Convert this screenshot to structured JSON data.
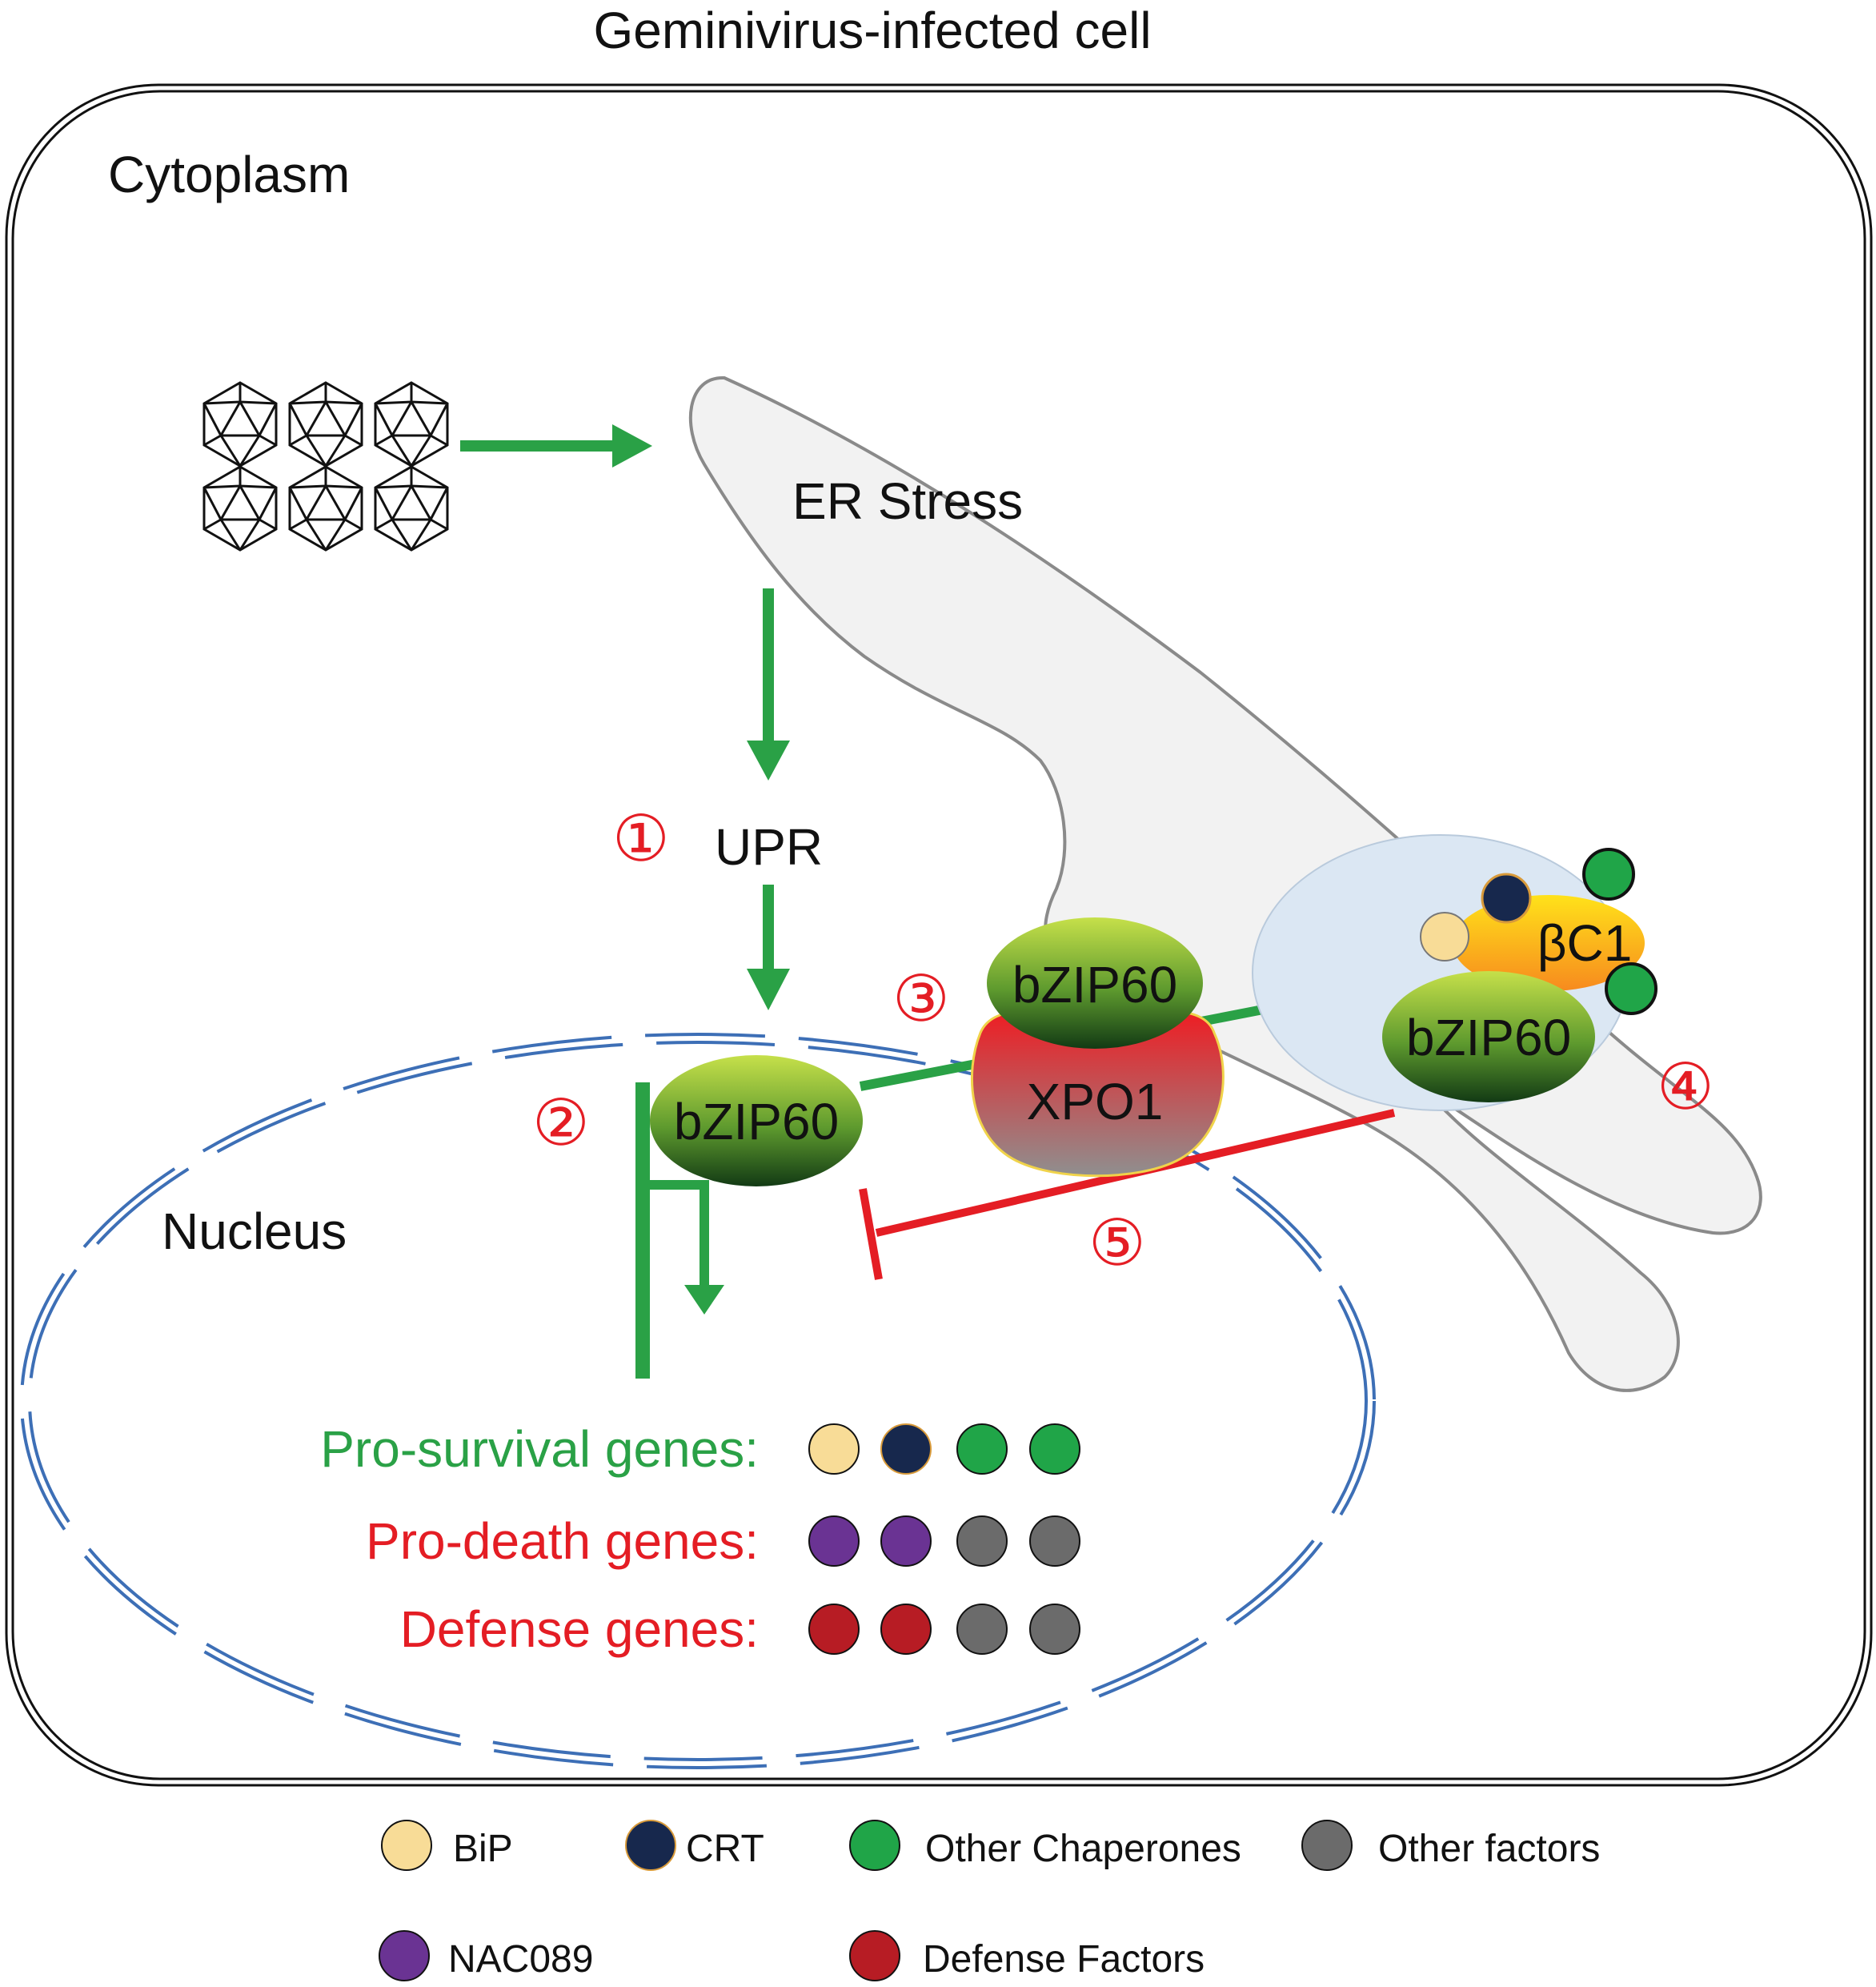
{
  "title": "Geminivirus-infected cell",
  "compartments": {
    "cytoplasm": "Cytoplasm",
    "nucleus": "Nucleus",
    "er": "ER Stress"
  },
  "pathway": {
    "upr": "UPR",
    "step1": "①",
    "step2": "②",
    "step3": "③",
    "step4": "④",
    "step5": "⑤",
    "bzip_nucleus": "bZIP60",
    "bzip_xpo": "bZIP60",
    "xpo1": "XPO1",
    "bzip_er": "bZIP60",
    "bc1": "βC1"
  },
  "gene_groups": [
    {
      "label": "Pro-survival genes:",
      "color": "#2aa146",
      "dots": [
        "bip",
        "crt",
        "chaperone",
        "chaperone"
      ]
    },
    {
      "label": "Pro-death genes:",
      "color": "#e41d24",
      "dots": [
        "nac089",
        "nac089",
        "other",
        "other"
      ]
    },
    {
      "label": "Defense genes:",
      "color": "#e41d24",
      "dots": [
        "defense",
        "defense",
        "other",
        "other"
      ]
    }
  ],
  "legend": [
    {
      "key": "bip",
      "label": "BiP"
    },
    {
      "key": "crt",
      "label": "CRT"
    },
    {
      "key": "chaperone",
      "label": "Other Chaperones"
    },
    {
      "key": "other",
      "label": "Other factors"
    },
    {
      "key": "nac089",
      "label": "NAC089"
    },
    {
      "key": "defense",
      "label": "Defense  Factors"
    }
  ],
  "colors": {
    "activation": "#2aa146",
    "inhibition": "#e41d24",
    "step_number": "#e41d24",
    "nuclear_envelope": "#3d6fb6",
    "er_fill": "#f2f2f2",
    "bip": "#f8dc97",
    "crt": "#17284d",
    "chaperone": "#20a548",
    "other": "#6b6b6b",
    "nac089": "#6a3393",
    "defense": "#b71c24"
  }
}
